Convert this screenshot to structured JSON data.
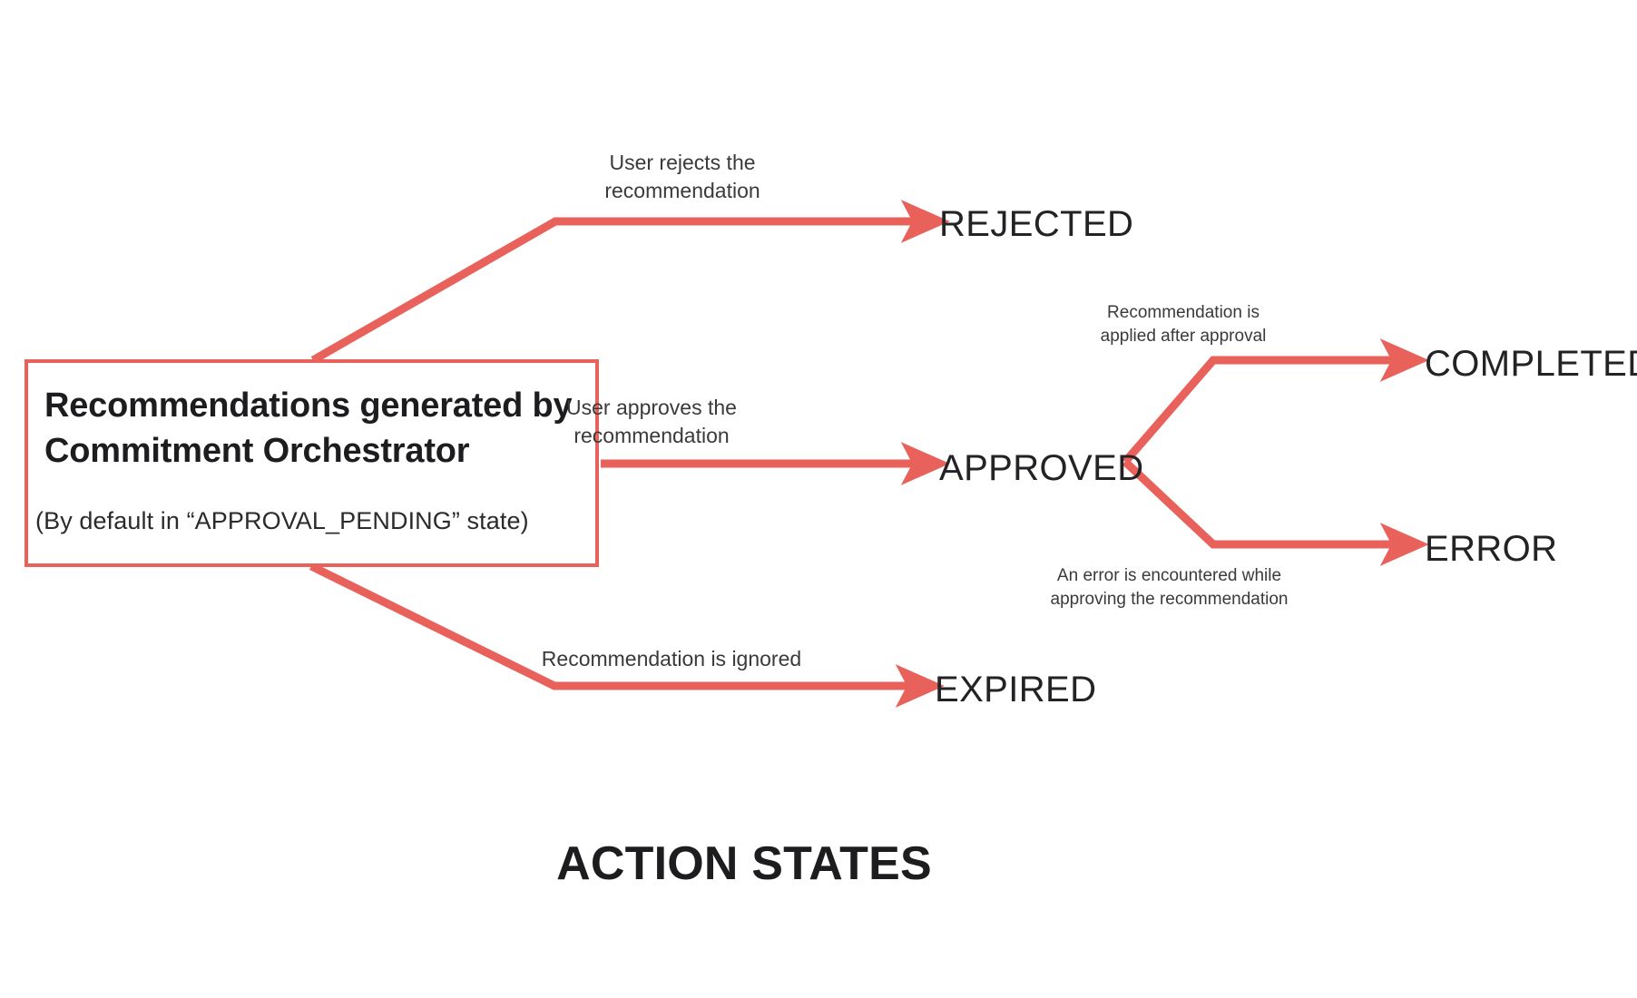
{
  "diagram": {
    "caption": "ACTION STATES",
    "accent_color": "#e9615b",
    "text_color": "#232325",
    "background": "#ffffff",
    "source_node": {
      "title": "Recommendations generated by Commitment Orchestrator",
      "subtitle": "(By default in “APPROVAL_PENDING” state)"
    },
    "states": {
      "rejected": "REJECTED",
      "approved": "APPROVED",
      "expired": "EXPIRED",
      "completed": "COMPLETED",
      "error": "ERROR"
    },
    "transitions": {
      "to_rejected": "User rejects the\nrecommendation",
      "to_approved": "User approves the\nrecommendation",
      "to_expired": "Recommendation is ignored",
      "to_completed": "Recommendation is\napplied after approval",
      "to_error": "An error is encountered while\napproving the recommendation"
    }
  }
}
